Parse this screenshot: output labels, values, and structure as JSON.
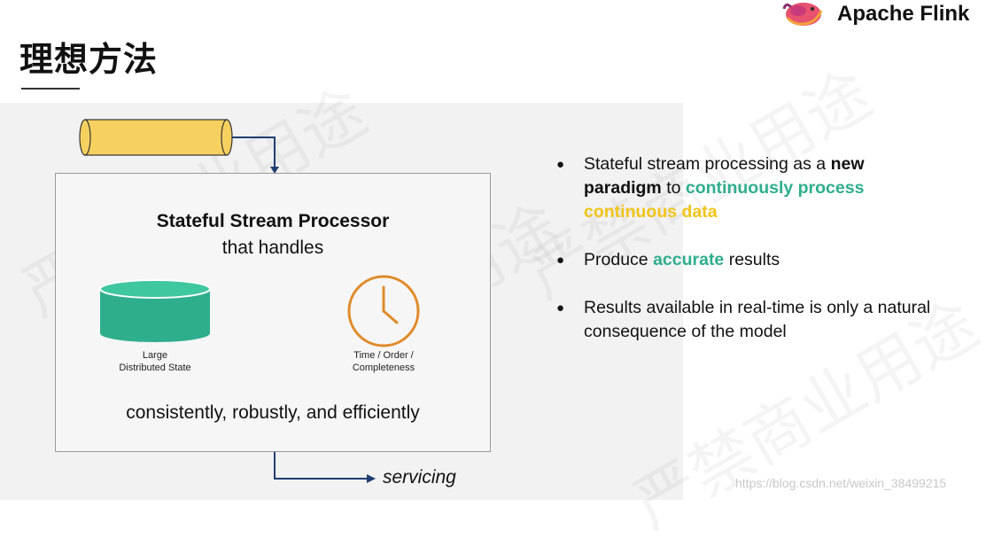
{
  "slide": {
    "title": "理想方法",
    "brand": "Apache Flink"
  },
  "diagram": {
    "processor_title": "Stateful Stream Processor",
    "processor_subtitle": "that handles",
    "state_label_line1": "Large",
    "state_label_line2": "Distributed State",
    "time_label_line1": "Time / Order /",
    "time_label_line2": "Completeness",
    "footer": "consistently, robustly, and efficiently",
    "output_label": "servicing"
  },
  "bullets": [
    {
      "parts": [
        {
          "text": "Stateful stream processing as a ",
          "style": "normal"
        },
        {
          "text": "new paradigm",
          "style": "bold"
        },
        {
          "text": " to ",
          "style": "normal"
        },
        {
          "text": "continuously process",
          "style": "green"
        },
        {
          "text": " ",
          "style": "normal"
        },
        {
          "text": "continuous data",
          "style": "yellow"
        }
      ]
    },
    {
      "parts": [
        {
          "text": "Produce ",
          "style": "normal"
        },
        {
          "text": "accurate",
          "style": "green"
        },
        {
          "text": " results",
          "style": "normal"
        }
      ]
    },
    {
      "parts": [
        {
          "text": "Results available in real-time is only a natural consequence of the model",
          "style": "normal"
        }
      ]
    }
  ],
  "watermark": {
    "text": "严禁商业用途",
    "url": "https://blog.csdn.net/weixin_38499215"
  },
  "colors": {
    "green": "#2fae8c",
    "yellow": "#f0c419",
    "clock": "#e08a2a",
    "arrow": "#1f3d73"
  }
}
